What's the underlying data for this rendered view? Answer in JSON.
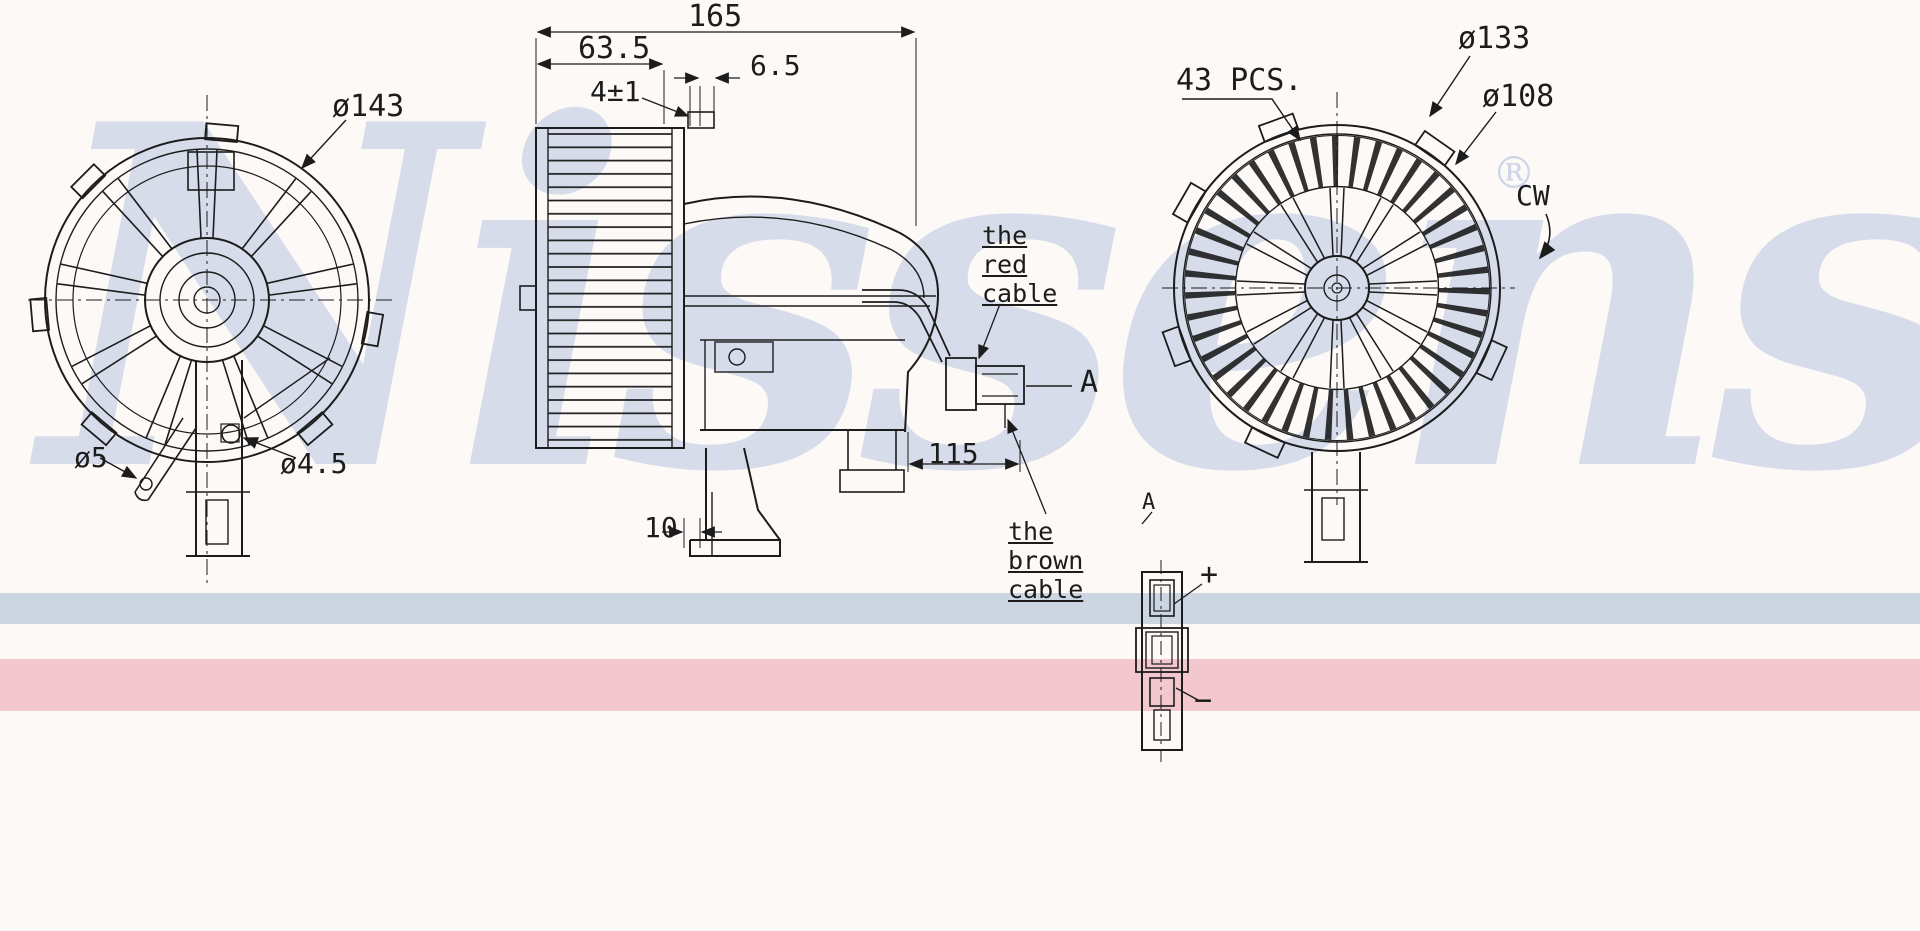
{
  "watermark": {
    "text": "Nissens",
    "registered": "®"
  },
  "left_view": {
    "dim_outer_diameter": "ø143",
    "dim_hole_small": "ø5",
    "dim_hole_bracket": "ø4.5"
  },
  "side_view": {
    "dim_total_length": "165",
    "dim_cage_width": "63.5",
    "dim_tolerance": "4±1",
    "dim_gap": "6.5",
    "dim_foot": "10",
    "dim_connector_offset": "115",
    "red_cable_note": "the\nred\ncable",
    "brown_cable_note": "the\nbrown\ncable",
    "section_marker": "A"
  },
  "right_view": {
    "blade_count": "43 PCS.",
    "dim_outer_diameter": "ø133",
    "dim_inner_diameter": "ø108",
    "rotation_direction": "CW",
    "detail_marker": "A"
  },
  "connector_detail": {
    "positive_terminal": "+",
    "negative_terminal": "−"
  },
  "colors": {
    "line": "#1c1c1c",
    "watermark": "#b9c6e2",
    "band_blue": "#ccd5e2",
    "band_pink": "#f2c7cd",
    "background": "#fdf9f7"
  }
}
